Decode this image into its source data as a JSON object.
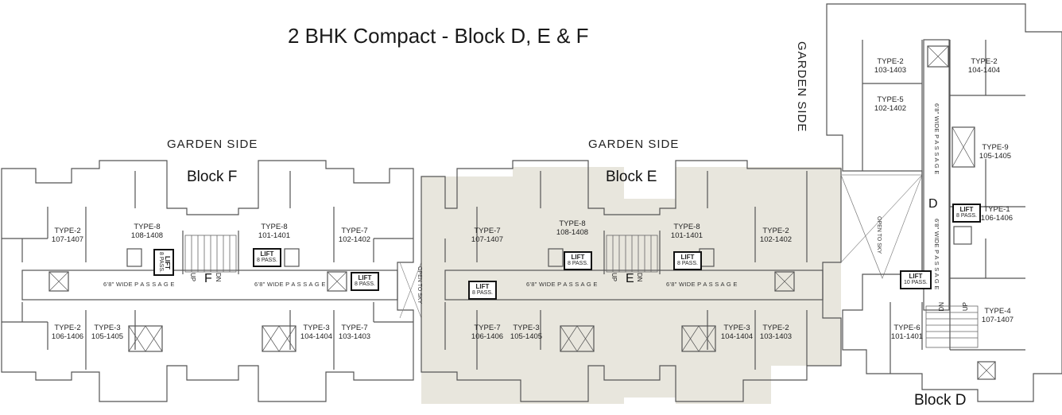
{
  "title": "2 BHK Compact - Block D, E & F",
  "garden_labels": [
    "GARDEN SIDE",
    "GARDEN SIDE",
    "GARDEN SIDE"
  ],
  "blocks": {
    "f": "Block F",
    "e": "Block E",
    "d": "Block D",
    "f_letter": "F",
    "e_letter": "E",
    "d_letter": "D"
  },
  "units": [
    {
      "type": "TYPE-2",
      "range": "107-1407"
    },
    {
      "type": "TYPE-8",
      "range": "108-1408"
    },
    {
      "type": "TYPE-8",
      "range": "101-1401"
    },
    {
      "type": "TYPE-7",
      "range": "102-1402"
    },
    {
      "type": "TYPE-2",
      "range": "106-1406"
    },
    {
      "type": "TYPE-3",
      "range": "105-1405"
    },
    {
      "type": "TYPE-3",
      "range": "104-1404"
    },
    {
      "type": "TYPE-7",
      "range": "103-1403"
    },
    {
      "type": "TYPE-7",
      "range": "107-1407"
    },
    {
      "type": "TYPE-8",
      "range": "108-1408"
    },
    {
      "type": "TYPE-8",
      "range": "101-1401"
    },
    {
      "type": "TYPE-2",
      "range": "102-1402"
    },
    {
      "type": "TYPE-7",
      "range": "106-1406"
    },
    {
      "type": "TYPE-3",
      "range": "105-1405"
    },
    {
      "type": "TYPE-3",
      "range": "104-1404"
    },
    {
      "type": "TYPE-2",
      "range": "103-1403"
    },
    {
      "type": "TYPE-2",
      "range": "103-1403"
    },
    {
      "type": "TYPE-2",
      "range": "104-1404"
    },
    {
      "type": "TYPE-5",
      "range": "102-1402"
    },
    {
      "type": "TYPE-9",
      "range": "105-1405"
    },
    {
      "type": "TYPE-1",
      "range": "106-1406"
    },
    {
      "type": "TYPE-4",
      "range": "107-1407"
    },
    {
      "type": "TYPE-6",
      "range": "101-1401"
    }
  ],
  "passage": "6'8\" WIDE PASSAGE",
  "passage_spaced": "6'8\" WIDE P A S S A G E",
  "lift": {
    "label": "LIFT",
    "pass8": "8 PASS.",
    "pass10": "10 PASS."
  },
  "open_to_sky": "OPEN TO SKY",
  "up": "UP",
  "dn": "DN"
}
